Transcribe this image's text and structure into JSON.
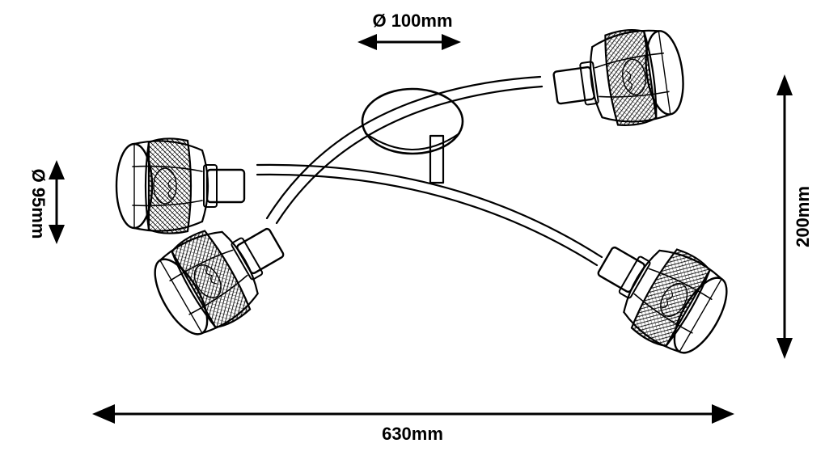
{
  "dimensions": {
    "top_diameter": "Ø 100mm",
    "left_diameter": "Ø 95mm",
    "height": "200mm",
    "width": "630mm"
  },
  "colors": {
    "line": "#000000",
    "background": "#ffffff"
  }
}
